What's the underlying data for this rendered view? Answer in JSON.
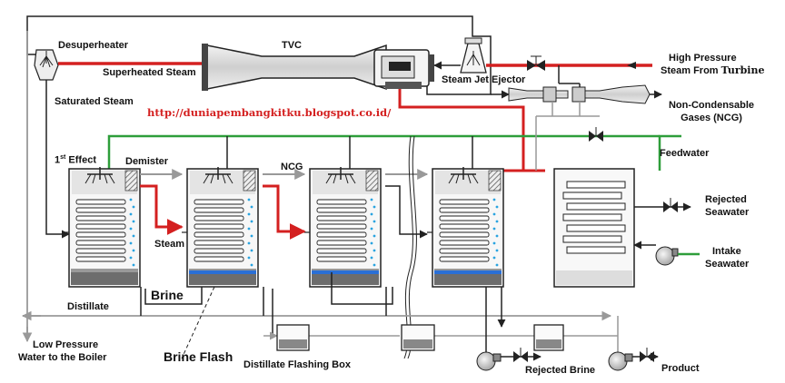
{
  "colors": {
    "steam": "#d42020",
    "feedwater": "#2e9e3a",
    "vapor": "#aaaaaa",
    "pipe": "#222222",
    "url": "#d42020",
    "spray": "#29a3e0",
    "brine": "#2a6fd6"
  },
  "labels": {
    "desuperheater": "Desuperheater",
    "tvc": "TVC",
    "superheated_steam": "Superheated Steam",
    "saturated_steam": "Saturated Steam",
    "steam_jet_ejector": "Steam Jet Ejector",
    "high_pressure_line1": "High Pressure",
    "high_pressure_line2": "Steam From",
    "turbine": "Turbine",
    "ncg_line1": "Non-Condensable",
    "ncg_line2": "Gases (NCG)",
    "url": "http://duniapembangkitku.blogspot.co.id/",
    "first_effect_num": "1",
    "first_effect_sup": "st",
    "first_effect_text": " Effect",
    "demister": "Demister",
    "ncg": "NCG",
    "feedwater": "Feedwater",
    "rejected_seawater_line1": "Rejected",
    "rejected_seawater_line2": "Seawater",
    "intake_seawater_line1": "Intake",
    "intake_seawater_line2": "Seawater",
    "steam": "Steam",
    "brine": "Brine",
    "distillate": "Distillate",
    "low_pressure_line1": "Low Pressure",
    "low_pressure_line2": "Water to the Boiler",
    "brine_flash": "Brine Flash",
    "distillate_flashing_box": "Distillate Flashing Box",
    "rejected_brine": "Rejected Brine",
    "product": "Product"
  }
}
